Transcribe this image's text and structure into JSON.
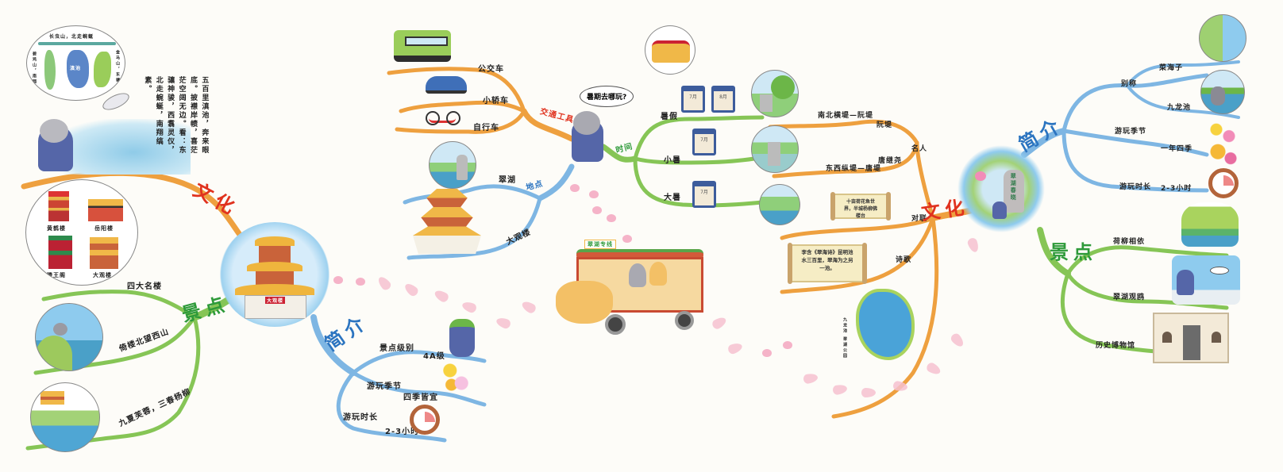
{
  "left_map": {
    "center_title": "大观楼",
    "center_plaque": "大观楼",
    "couplet": "五百里滇池，奔来眼底。披襟岸帻，喜茫茫空阔无边。看：东骧神骏，西翥灵仪，北走蜿蜒，南翔缟素。",
    "map_bubble": {
      "top": "长虫山，北走蜿蜒",
      "left": "碧鸡山，南翔缟素",
      "right": "金马山，东骧神骏",
      "center": "滇池"
    },
    "branches": {
      "culture": {
        "label": "文化",
        "color": "#e8962e",
        "label_color": "#e0321e"
      },
      "scenery": {
        "label": "景点",
        "color": "#7cc24a",
        "label_color": "#2e9a3a",
        "items": [
          {
            "label": "四大名楼"
          },
          {
            "label": "倚楼北望西山"
          },
          {
            "label": "九夏芙蓉，三春杨柳"
          }
        ],
        "towers": [
          "黄鹤楼",
          "岳阳楼",
          "滕王阁",
          "大观楼"
        ]
      },
      "intro": {
        "label": "简介",
        "color": "#6aa9dc",
        "label_color": "#2b74c0",
        "items": [
          {
            "key": "景点级别",
            "value": "4A级"
          },
          {
            "key": "游玩季节",
            "value": "四季皆宜"
          },
          {
            "key": "游玩时长",
            "value": "2-3小时"
          }
        ],
        "flowers": [
          "春",
          "夏",
          "秋",
          "冬"
        ]
      }
    }
  },
  "center_map": {
    "speech": "暑期去哪玩?",
    "bus_sign": "翠湖专线",
    "branches": {
      "transport": {
        "label": "交通工具",
        "color": "#e8962e",
        "label_color": "#e0321e",
        "items": [
          "公交车",
          "小轿车",
          "自行车"
        ]
      },
      "time": {
        "label": "时间",
        "color": "#7cc24a",
        "label_color": "#2e9a3a",
        "items": [
          "暑假",
          "小暑",
          "大暑"
        ],
        "calendars": [
          "7月",
          "8月",
          "7月",
          "7月"
        ]
      },
      "place": {
        "label": "地点",
        "color": "#6aa9dc",
        "label_color": "#2b74c0",
        "items": [
          "翠湖",
          "大观楼"
        ]
      }
    }
  },
  "right_map": {
    "center_title": "翠湖",
    "stone": "翠湖春晓",
    "branches": {
      "culture": {
        "label": "文化",
        "color": "#e8962e",
        "label_color": "#e0321e",
        "groups": [
          {
            "label": "名人",
            "items": [
              {
                "label": "阮堤",
                "note": "南北横堤—阮堤"
              },
              {
                "label": "唐继尧",
                "note": "东西纵堤—唐堤"
              }
            ]
          },
          {
            "label": "对联",
            "scroll": "十亩荷花鱼世界，半城杨柳佛楼台"
          },
          {
            "label": "诗歌",
            "scroll": "李含《翠海诗》昆明池水三百里，翠海为之另一池。"
          }
        ],
        "island_label": "九龙池 翠湖公园"
      },
      "intro": {
        "label": "简介",
        "color": "#6aa9dc",
        "label_color": "#2b74c0",
        "items": [
          {
            "key": "别称",
            "values": [
              "菜海子",
              "九龙池"
            ]
          },
          {
            "key": "游玩季节",
            "value": "一年四季"
          },
          {
            "key": "游玩时长",
            "value": "2-3小时"
          }
        ],
        "flowers": [
          "春",
          "夏",
          "秋",
          "冬"
        ]
      },
      "scenery": {
        "label": "景点",
        "color": "#7cc24a",
        "label_color": "#2e9a3a",
        "items": [
          "荷柳相依",
          "翠湖观鸥",
          "历史博物馆"
        ]
      }
    }
  }
}
